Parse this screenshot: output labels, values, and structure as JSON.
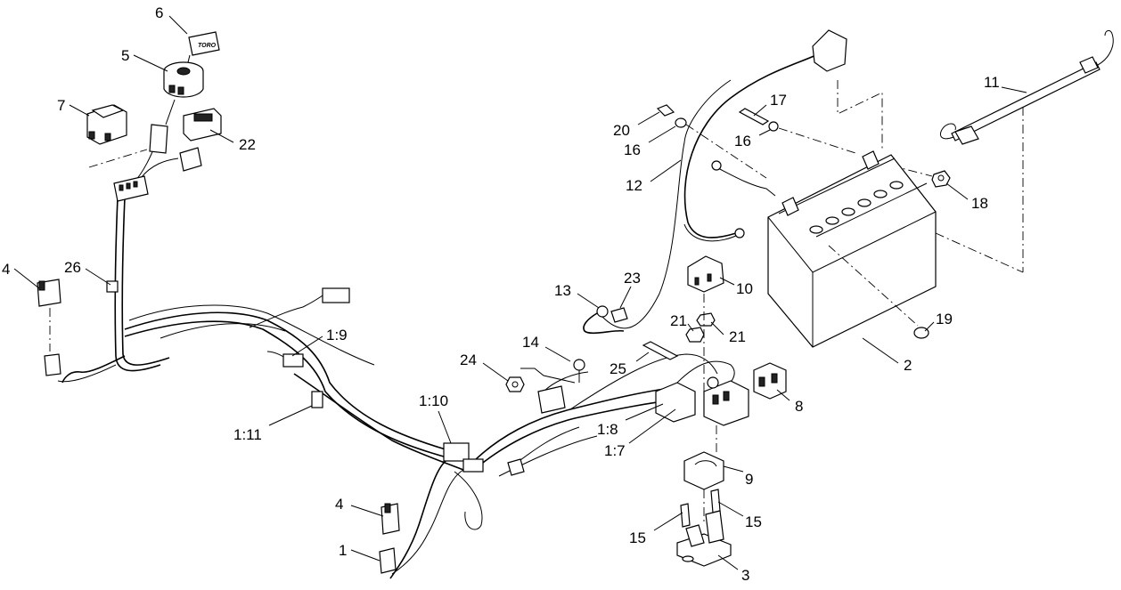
{
  "labels": [
    {
      "id": "lbl-6",
      "text": "6"
    },
    {
      "id": "lbl-5",
      "text": "5"
    },
    {
      "id": "lbl-7",
      "text": "7"
    },
    {
      "id": "lbl-22",
      "text": "22"
    },
    {
      "id": "lbl-4a",
      "text": "4"
    },
    {
      "id": "lbl-26",
      "text": "26"
    },
    {
      "id": "lbl-1-9",
      "text": "1:9"
    },
    {
      "id": "lbl-1-11",
      "text": "1:11"
    },
    {
      "id": "lbl-1-10",
      "text": "1:10"
    },
    {
      "id": "lbl-4b",
      "text": "4"
    },
    {
      "id": "lbl-1",
      "text": "1"
    },
    {
      "id": "lbl-14",
      "text": "14"
    },
    {
      "id": "lbl-24",
      "text": "24"
    },
    {
      "id": "lbl-13",
      "text": "13"
    },
    {
      "id": "lbl-23",
      "text": "23"
    },
    {
      "id": "lbl-25",
      "text": "25"
    },
    {
      "id": "lbl-1-8",
      "text": "1:8"
    },
    {
      "id": "lbl-1-7",
      "text": "1:7"
    },
    {
      "id": "lbl-10",
      "text": "10"
    },
    {
      "id": "lbl-21a",
      "text": "21"
    },
    {
      "id": "lbl-21b",
      "text": "21"
    },
    {
      "id": "lbl-8",
      "text": "8"
    },
    {
      "id": "lbl-9",
      "text": "9"
    },
    {
      "id": "lbl-15a",
      "text": "15"
    },
    {
      "id": "lbl-15b",
      "text": "15"
    },
    {
      "id": "lbl-3",
      "text": "3"
    },
    {
      "id": "lbl-20",
      "text": "20"
    },
    {
      "id": "lbl-16a",
      "text": "16"
    },
    {
      "id": "lbl-12",
      "text": "12"
    },
    {
      "id": "lbl-17",
      "text": "17"
    },
    {
      "id": "lbl-16b",
      "text": "16"
    },
    {
      "id": "lbl-18",
      "text": "18"
    },
    {
      "id": "lbl-11",
      "text": "11"
    },
    {
      "id": "lbl-19",
      "text": "19"
    },
    {
      "id": "lbl-2",
      "text": "2"
    }
  ],
  "key_logo_text": "TORO"
}
